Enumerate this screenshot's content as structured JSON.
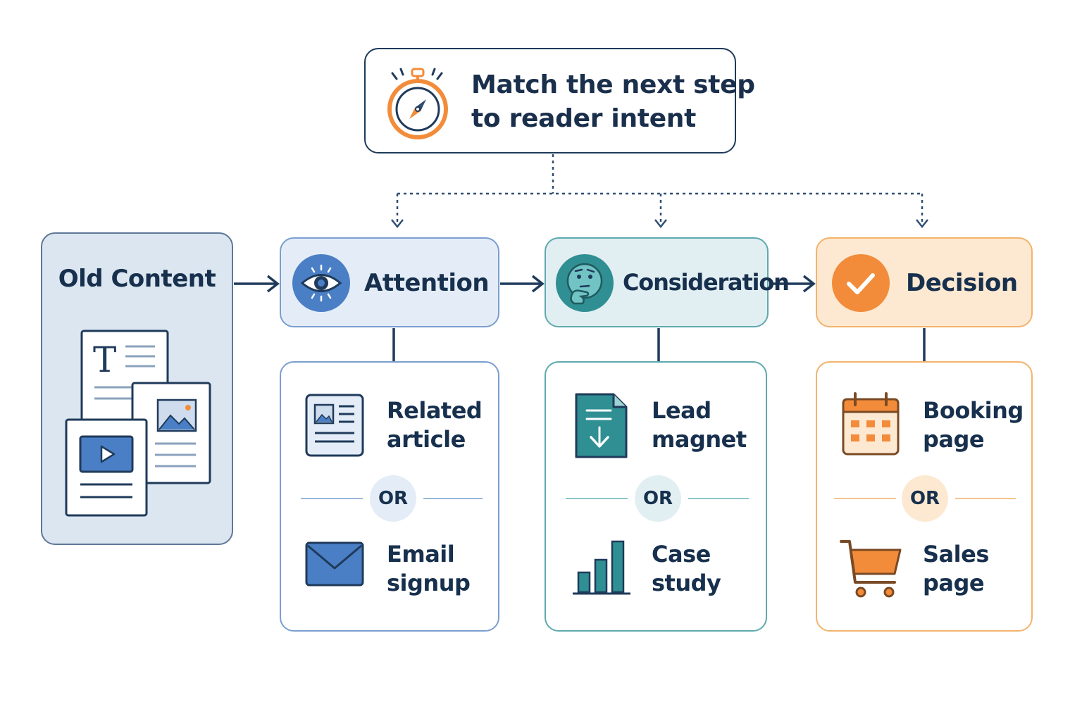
{
  "title": {
    "line1": "Match the next step",
    "line2": "to reader intent",
    "icon": "stopwatch-compass-icon"
  },
  "old_content": {
    "label": "Old Content",
    "icon": "content-documents-icon"
  },
  "stages": [
    {
      "label": "Attention",
      "icon": "eye-icon",
      "options": [
        {
          "line1": "Related",
          "line2": "article",
          "icon": "article-icon"
        },
        {
          "line1": "Email",
          "line2": "signup",
          "icon": "envelope-icon"
        }
      ],
      "or": "OR"
    },
    {
      "label": "Consideration",
      "icon": "thinking-face-icon",
      "options": [
        {
          "line1": "Lead",
          "line2": "magnet",
          "icon": "download-document-icon"
        },
        {
          "line1": "Case",
          "line2": "study",
          "icon": "bar-chart-icon"
        }
      ],
      "or": "OR"
    },
    {
      "label": "Decision",
      "icon": "checkmark-icon",
      "options": [
        {
          "line1": "Booking",
          "line2": "page",
          "icon": "calendar-icon"
        },
        {
          "line1": "Sales",
          "line2": "page",
          "icon": "shopping-cart-icon"
        }
      ],
      "or": "OR"
    }
  ],
  "colors": {
    "navy": "#1f3a5a",
    "attention_blue": "#4a7fc6",
    "consideration_teal": "#2f8f93",
    "decision_orange": "#f28c3a"
  }
}
